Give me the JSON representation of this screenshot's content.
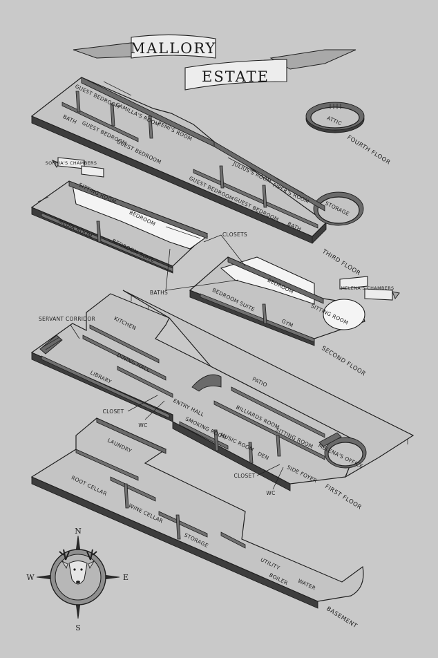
{
  "title": {
    "line1": "MALLORY",
    "line2": "ESTATE"
  },
  "floors": {
    "fourth": {
      "label": "FOURTH FLOOR",
      "rooms": {
        "attic": "ATTIC"
      }
    },
    "third": {
      "label": "THIRD FLOOR",
      "rooms": {
        "bath_left": "BATH",
        "guest_bedroom_1": "GUEST BEDROOM",
        "guest_bedroom_2": "GUEST BEDROOM",
        "guest_bedroom_3": "GUEST BEDROOM",
        "camillas_room": "CAMILLA'S ROOM",
        "rems_room": "REMI'S ROOM",
        "julius_room": "JULIUS'S ROOM",
        "guest_bedroom_4": "GUEST BEDROOM",
        "guest_bedroom_5": "GUEST BEDROOM",
        "pipers_room": "PIPER'S ROOM",
        "bath_right": "BATH",
        "storage": "STORAGE"
      }
    },
    "second": {
      "label": "SECOND FLOOR",
      "sophias_ribbon": "SOPHIA'S CHAMBERS",
      "melenas_ribbon": "MELENA'S CHAMBERS",
      "rooms": {
        "sitting_room_left": "SITTING ROOM",
        "bedroom_left": "BEDROOM",
        "media_room": "MEDIA ROOM",
        "bedroom_suite_left": "BEDROOM SUITE",
        "bedroom_right": "BEDROOM",
        "bedroom_suite_right": "BEDROOM SUITE",
        "sitting_room_right": "SITTING ROOM",
        "gym": "GYM"
      },
      "callouts": {
        "closets": "CLOSETS",
        "baths": "BATHS"
      }
    },
    "first": {
      "label": "FIRST FLOOR",
      "rooms": {
        "kitchen": "KITCHEN",
        "dining_hall": "DINING HALL",
        "library": "LIBRARY",
        "patio": "PATIO",
        "entry_hall": "ENTRY HALL",
        "billiards_room": "BILLIARDS ROOM",
        "smoking_room": "SMOKING ROOM",
        "music_room": "MUSIC ROOM",
        "den": "DEN",
        "sitting_room": "SITTING ROOM",
        "melenas_office": "MELENA'S OFFICE",
        "side_foyer": "SIDE FOYER"
      },
      "callouts": {
        "servant_corridor": "SERVANT CORRIDOR",
        "closet_left": "CLOSET",
        "wc_left": "WC",
        "closet_right": "CLOSET",
        "wc_right": "WC"
      }
    },
    "basement": {
      "label": "BASEMENT",
      "rooms": {
        "laundry": "LAUNDRY",
        "root_cellar": "ROOT CELLAR",
        "wine_cellar": "WINE CELLAR",
        "storage": "STORAGE",
        "utility": "UTILITY",
        "boiler": "BOILER",
        "water": "WATER"
      }
    }
  },
  "compass": {
    "north": "N",
    "south": "S",
    "east": "E",
    "west": "W",
    "emblem": "stag-head-icon"
  },
  "colors": {
    "background": "#c9c9c9",
    "floor_fill": "#c4c4c4",
    "wall_top": "#6a6a6a",
    "wall_side": "#3d3d3d",
    "highlight_room": "#f4f4f4",
    "ink": "#1e1e1e"
  }
}
